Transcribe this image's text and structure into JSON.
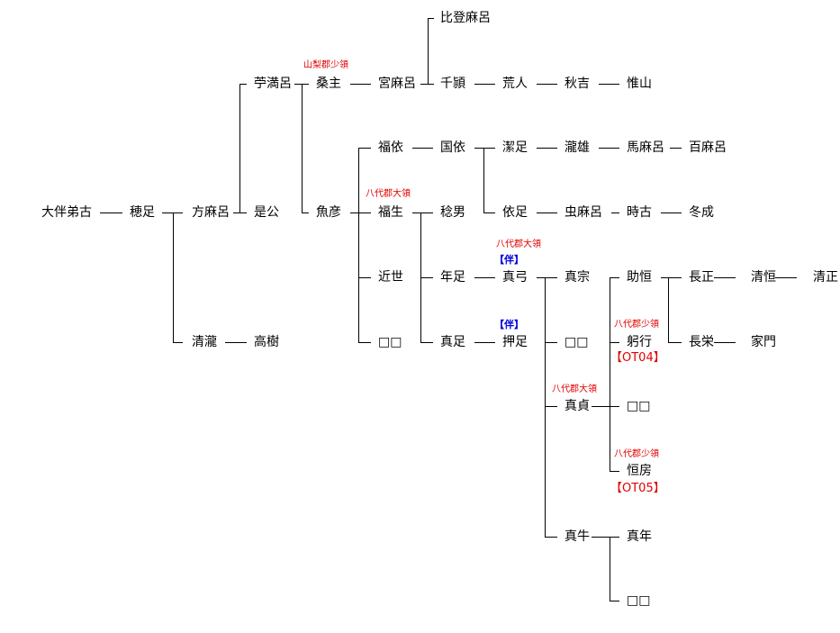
{
  "people": [
    "大伴弟古",
    "穂足",
    "方麻呂",
    "是公",
    "苧満呂",
    "桑主",
    "宮麻呂",
    "比登麻呂",
    "千頴",
    "荒人",
    "秋吉",
    "惟山",
    "魚彦",
    "福依",
    "国依",
    "潔足",
    "瀧雄",
    "馬麻呂",
    "百麻呂",
    "福生",
    "稔男",
    "依足",
    "虫麻呂",
    "時古",
    "冬成",
    "近世",
    "年足",
    "真弓",
    "真宗",
    "助恒",
    "長正",
    "清恒",
    "清正",
    "□□",
    "真足",
    "押足",
    "□□",
    "躬行",
    "長栄",
    "家門",
    "真貞",
    "□□",
    "恒房",
    "真牛",
    "真年",
    "□□",
    "清瀧",
    "高樹"
  ],
  "annotations": [
    "山梨郡少領",
    "八代郡大領",
    "八代郡大領",
    "【伴】",
    "【伴】",
    "八代郡少領",
    "【OT04】",
    "八代郡大領",
    "八代郡少領",
    "【OT05】"
  ],
  "colors": {
    "title": "#e00000",
    "clan": "#0000e0",
    "line": "#000000"
  }
}
